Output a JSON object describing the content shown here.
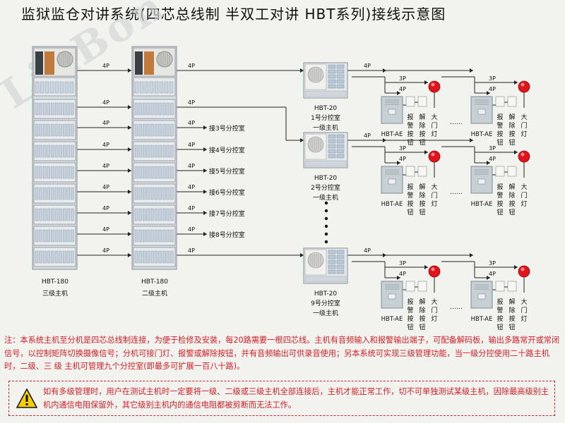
{
  "title": "监狱监仓对讲系统(四芯总线制 半双工对讲 HBT系列)接线示意图",
  "watermark": "LinBon",
  "wire_label": "4P",
  "wire_label_3p": "3P",
  "left_rack": {
    "model": "HBT-180",
    "name": "三级主机"
  },
  "mid_rack": {
    "model": "HBT-180",
    "name": "二级主机"
  },
  "branch_links": [
    "接3号分控室",
    "接4号分控室",
    "接5号分控室",
    "接6号分控室",
    "接7号分控室",
    "接8号分控室"
  ],
  "hosts": [
    {
      "model": "HBT-20",
      "room": "1号分控室",
      "name": "一级主机"
    },
    {
      "model": "HBT-20",
      "room": "2号分控室",
      "name": "一级主机"
    },
    {
      "model": "HBT-20",
      "room": "9号分控室",
      "name": "一级主机"
    }
  ],
  "terminal": {
    "model": "HBT-AE",
    "alarm_button": "报警按钮",
    "release_button": "解除按钮",
    "door_light": "大门灯",
    "ellipsis": "……"
  },
  "note": "注：本系统主机至分机是四芯总线制连接，为便于检修及安装，每20路需要一根四芯线。主机有音频输入和报警输出端子，可配备解码板，输出多路常开或常闭信号，以控制矩阵切换摄像信号；分机可接门灯、报警或解除按钮，并有音频输出可供录音使用；另本系统可实现三级管理功能，当一级分控使用二十路主机时，二级、三 级 主机可管理九个分控室(即最多可扩展一百八十路)。",
  "warning": "如有多级管理时，用户在测试主机时一定要将一级、二级或三级主机全部连接后，主机才能正常工作，切不可单独测试某级主机，因除最高级别主机内通信电阻保留外，其它级别主机内的通信电阻都被剪断而无法工作。",
  "colors": {
    "note_red": "#d4202a",
    "lamp_red": "#e0141b",
    "line": "#222222"
  }
}
